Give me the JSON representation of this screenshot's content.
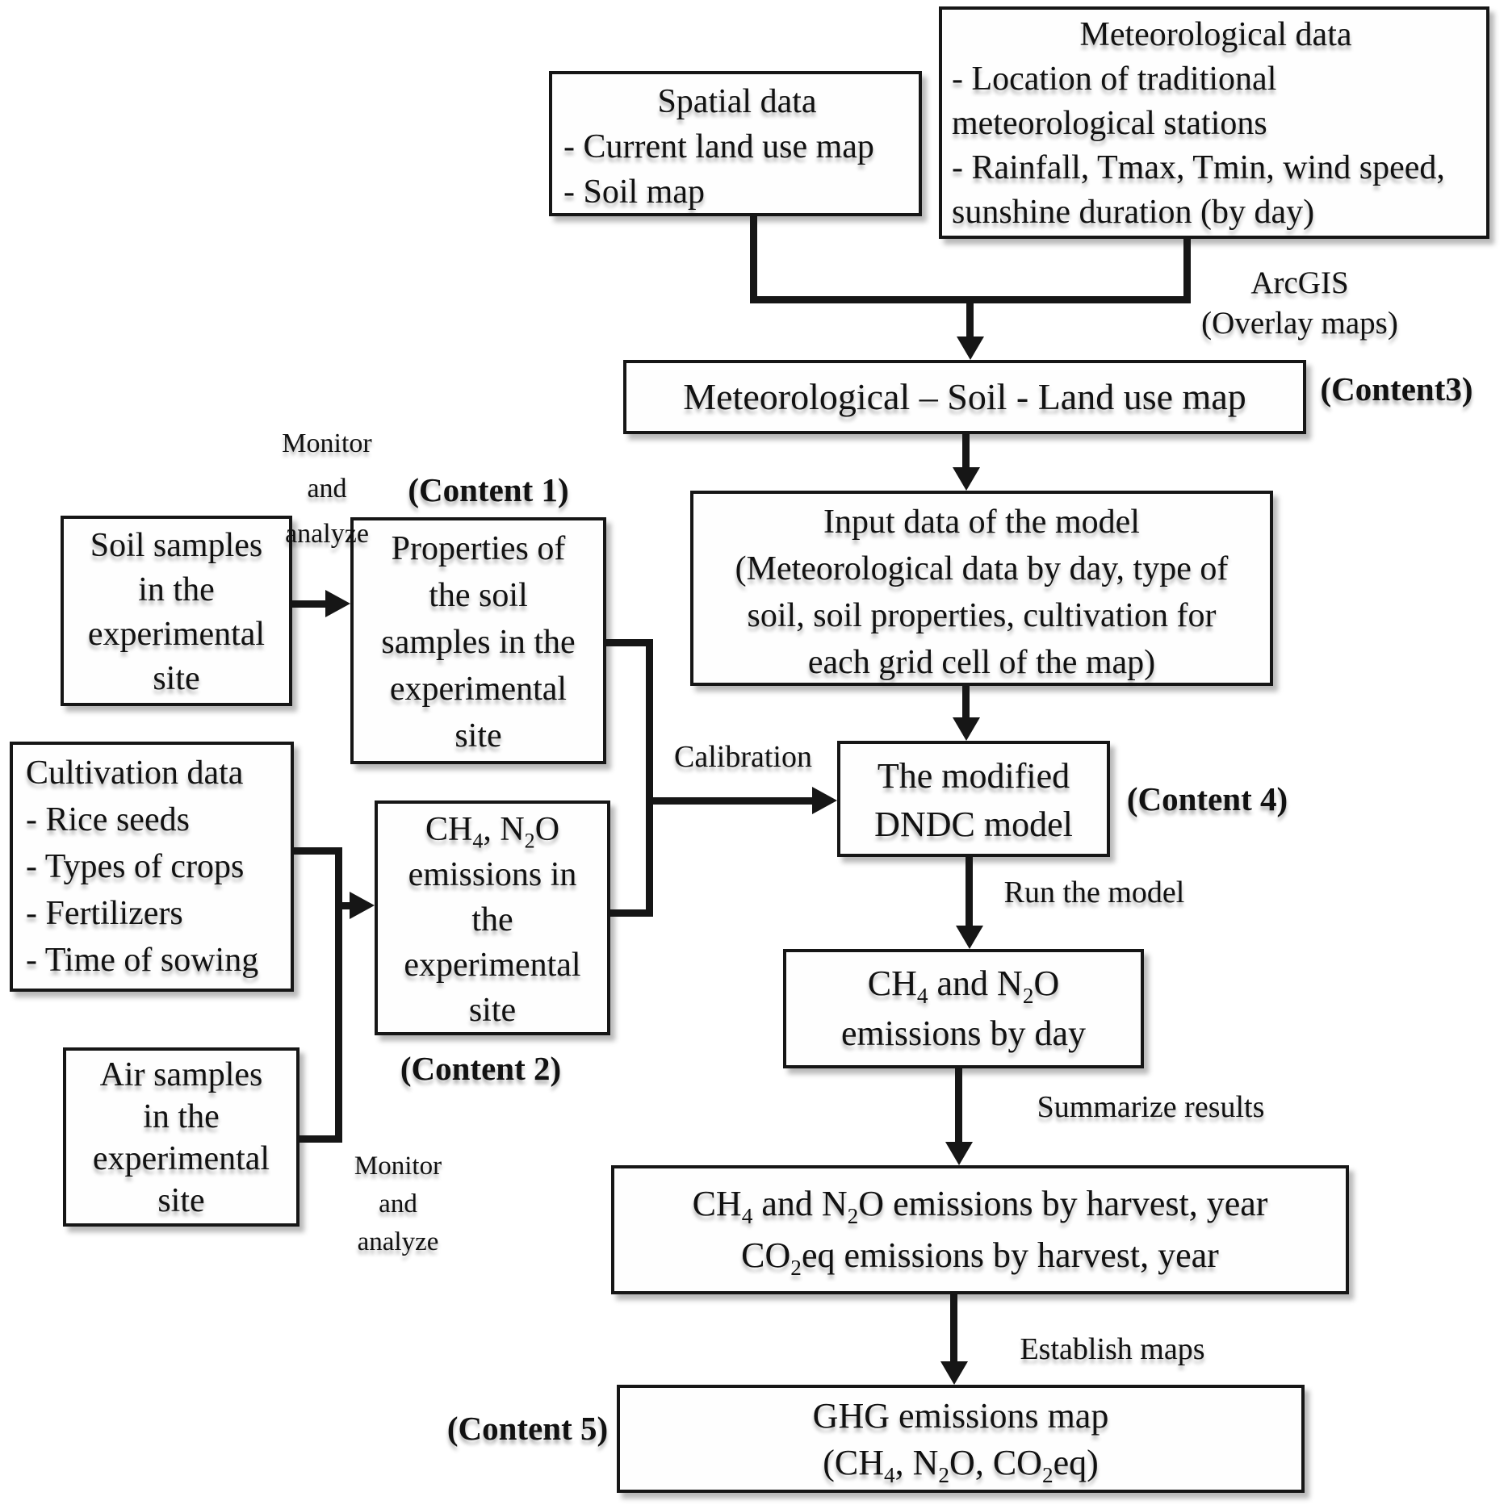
{
  "figure_title": "GHG emissions modeling methodology flowchart",
  "colors": {
    "background": "#ffffff",
    "line": "#161616",
    "box_fill": "#fefefe"
  },
  "boxes": {
    "spatial": {
      "title": "Spatial data",
      "items": [
        "- Current land use map",
        "- Soil map"
      ]
    },
    "meteorological": {
      "title": "Meteorological data",
      "items": [
        "- Location of traditional",
        "meteorological stations",
        "- Rainfall, Tmax, Tmin, wind speed,",
        "sunshine duration (by day)"
      ]
    },
    "map_overlay": {
      "line": "Meteorological – Soil - Land use map"
    },
    "input_data": {
      "lines": [
        "Input data of the model",
        "(Meteorological data by day, type of",
        "soil, soil properties, cultivation for",
        "each grid cell of the map)"
      ]
    },
    "dndc": {
      "lines": [
        "The modified",
        "DNDC model"
      ]
    },
    "emissions_by_day": {
      "lines": [
        "CH{4} and N{2}O",
        "emissions by day"
      ]
    },
    "emissions_by_harvest": {
      "lines": [
        "CH{4} and N{2}O emissions by harvest, year",
        "CO{2}eq emissions by harvest, year"
      ]
    },
    "ghg_map": {
      "lines": [
        "GHG emissions map",
        "(CH{4}, N{2}O, CO{2}eq)"
      ]
    },
    "soil_samples": {
      "lines": [
        "Soil samples",
        "in the",
        "experimental",
        "site"
      ]
    },
    "soil_properties": {
      "lines": [
        "Properties of",
        "the soil",
        "samples in the",
        "experimental",
        "site"
      ]
    },
    "cultivation": {
      "title": "Cultivation data",
      "items": [
        "- Rice seeds",
        "- Types of crops",
        "- Fertilizers",
        "- Time of sowing"
      ]
    },
    "site_emissions": {
      "lines": [
        "CH{4}, N{2}O",
        "emissions in",
        "the",
        "experimental",
        "site"
      ]
    },
    "air_samples": {
      "lines": [
        "Air samples",
        "in the",
        "experimental",
        "site"
      ]
    }
  },
  "labels": {
    "monitor_top": [
      "Monitor",
      "and",
      "analyze"
    ],
    "monitor_bottom": [
      "Monitor",
      "and",
      "analyze"
    ],
    "content_1": "(Content 1)",
    "content_2": "(Content 2)",
    "content_3": "(Content3)",
    "content_4": "(Content 4)",
    "content_5": "(Content 5)",
    "arcgis": [
      "ArcGIS",
      "(Overlay maps)"
    ],
    "calibration": "Calibration",
    "run_model": "Run the model",
    "summarize": "Summarize results",
    "establish_maps": "Establish maps"
  }
}
